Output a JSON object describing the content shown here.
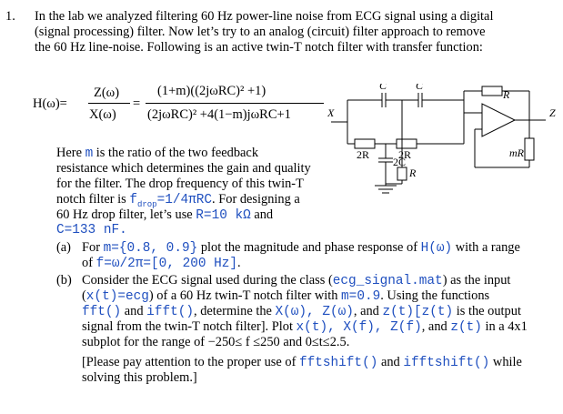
{
  "problem": {
    "number": "1.",
    "intro": [
      "In the lab we analyzed filtering 60 Hz power-line noise from ECG signal using a digital",
      "(signal processing) filter. Now let’s try to an analog (circuit) filter approach to remove",
      "the 60 Hz line-noise. Following is an active twin-T notch filter with transfer function:"
    ],
    "formula": {
      "lhs": "H(ω)=",
      "num1": "Z(ω)",
      "den1": "X(ω)",
      "eq": "=",
      "num2": "(1+m)((2jωRC)² +1)",
      "den2": "(2jωRC)² +4(1−m)jωRC+1"
    },
    "circuit": {
      "x_label": "X",
      "z_label": "Z",
      "c1": "C",
      "c2": "C",
      "r_top": "R",
      "r2a": "2R",
      "r2b": "2R",
      "c2c": "2C",
      "r_mid": "R",
      "mr": "mR"
    },
    "para": {
      "l1a": "Here ",
      "l1m": "m",
      "l1b": " is the ratio of the two feedback",
      "l2": "resistance which determines the gain and quality",
      "l3": "for the filter. The drop frequency of this twin-T",
      "l4a": "notch filter is ",
      "l4f": "f",
      "l4sub": "drop",
      "l4b": "=1/4πRC",
      "l4c": ". For designing a",
      "l5a": "60 Hz drop filter, let’s use ",
      "l5b": "R=10 kΩ",
      "l5c": " and",
      "l6": "C=133 nF."
    },
    "part_a": {
      "label": "(a)",
      "l1a": "For ",
      "l1b": "m={0.8, 0.9}",
      "l1c": " plot the magnitude and phase response of ",
      "l1d": "H(ω)",
      "l1e": " with a range",
      "l2a": "of ",
      "l2b": "f=ω/2π=[0, 200 Hz]",
      "l2c": "."
    },
    "part_b": {
      "label": "(b)",
      "l1a": "Consider the ECG signal used during the class (",
      "l1b": "ecg_signal.mat",
      "l1c": ") as the input",
      "l2a": "(",
      "l2b": "x(t)=ecg",
      "l2c": ") of a 60 Hz twin-T notch filter with ",
      "l2d": "m=0.9",
      "l2e": ". Using the functions",
      "l3a": "fft()",
      "l3b": " and ",
      "l3c": "ifft()",
      "l3d": ", determine the ",
      "l3e": "X(ω), Z(ω)",
      "l3f": ", and ",
      "l3g": "z(t)[z(t)",
      "l3h": " is the output",
      "l4": "signal from the twin-T notch filter]. Plot ",
      "l4b": "x(t), X(f), Z(f)",
      "l4c": ", and ",
      "l4d": "z(t)",
      "l4e": " in a 4x1",
      "l5": "subplot for the range of −250≤ f ≤250 and 0≤t≤2.5.",
      "l6a": "[Please pay attention to the proper use of ",
      "l6b": "fftshift()",
      "l6c": " and ",
      "l6d": "ifftshift()",
      "l6e": " while",
      "l7": "solving this problem.]"
    }
  }
}
